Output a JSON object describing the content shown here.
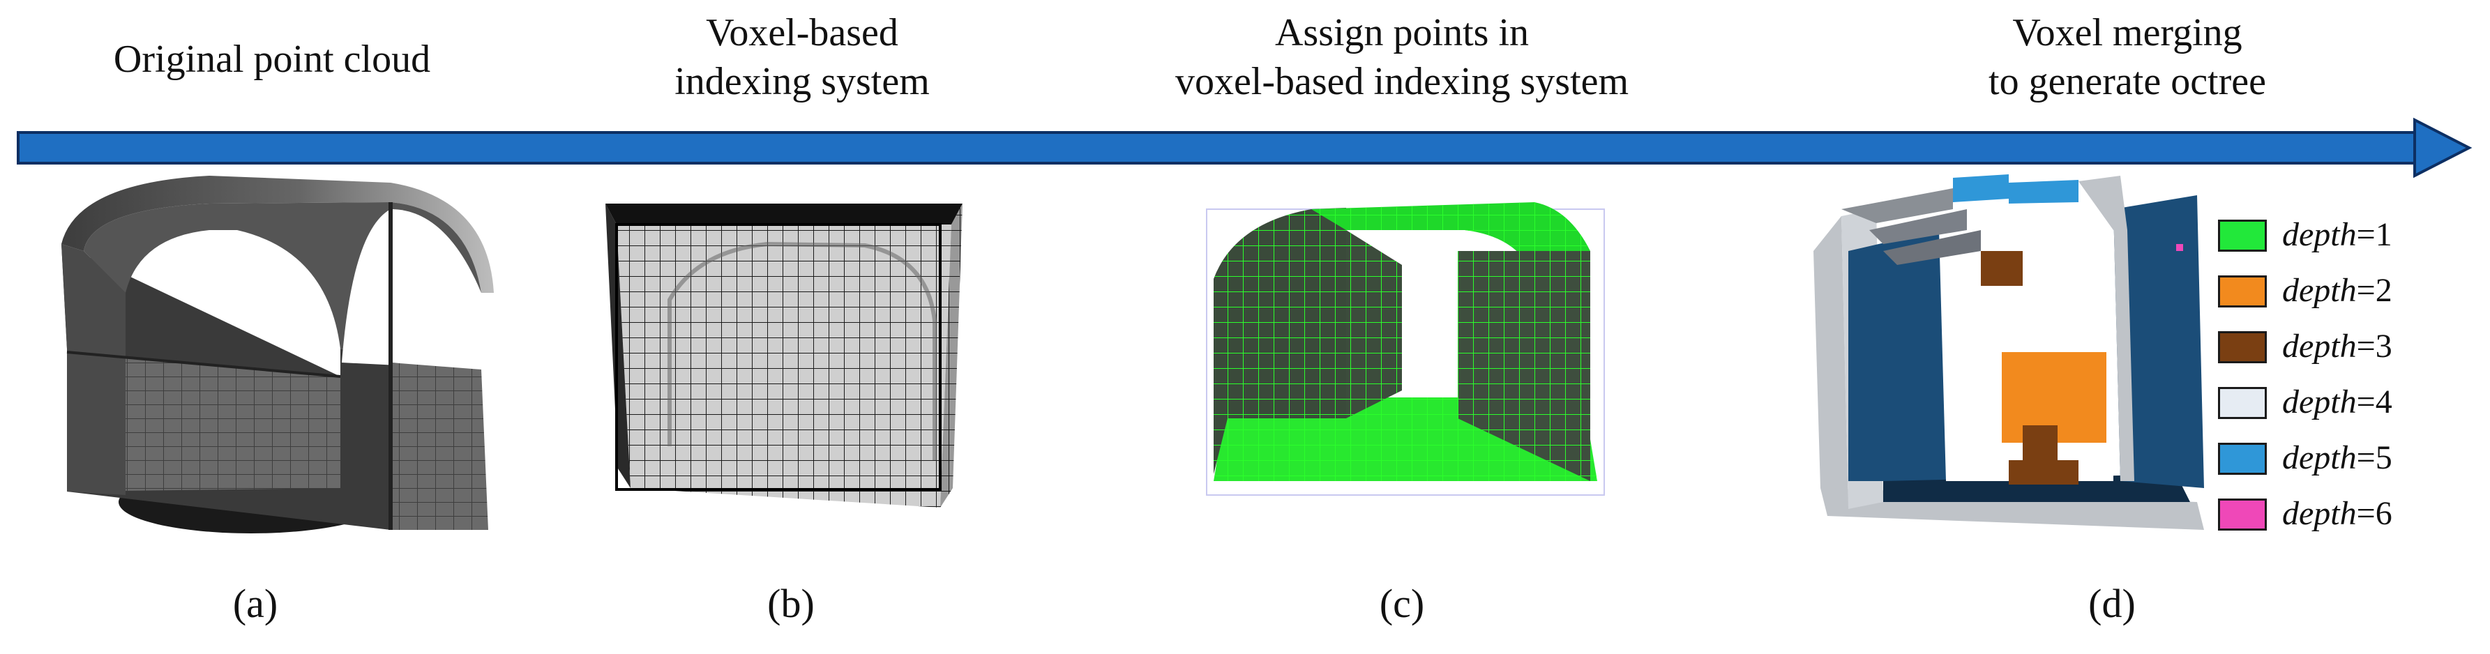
{
  "stages": [
    {
      "title": "Original point cloud",
      "caption": "(a)"
    },
    {
      "title": "Voxel-based\nindexing system",
      "caption": "(b)"
    },
    {
      "title": "Assign points in\nvoxel-based indexing system",
      "caption": "(c)"
    },
    {
      "title": "Voxel merging\nto generate octree",
      "caption": "(d)"
    }
  ],
  "legend": {
    "items": [
      {
        "var": "depth",
        "value": "=1",
        "color": "#22e83a"
      },
      {
        "var": "depth",
        "value": "=2",
        "color": "#f28a1e"
      },
      {
        "var": "depth",
        "value": "=3",
        "color": "#7a3f12"
      },
      {
        "var": "depth",
        "value": "=4",
        "color": "#e6ecf3"
      },
      {
        "var": "depth",
        "value": "=5",
        "color": "#2f97d8"
      },
      {
        "var": "depth",
        "value": "=6",
        "color": "#ef48b8"
      }
    ]
  },
  "colors": {
    "arrow": "#1f6fc2",
    "arrow_edge": "#0d2f63",
    "grid": "#1a1a1a",
    "assigned_grid": "#2bff2b",
    "tunnel_gray": "#4d4d4d",
    "octree_wall": "#bfc3c8",
    "octree_inner": "#1b4d78"
  }
}
